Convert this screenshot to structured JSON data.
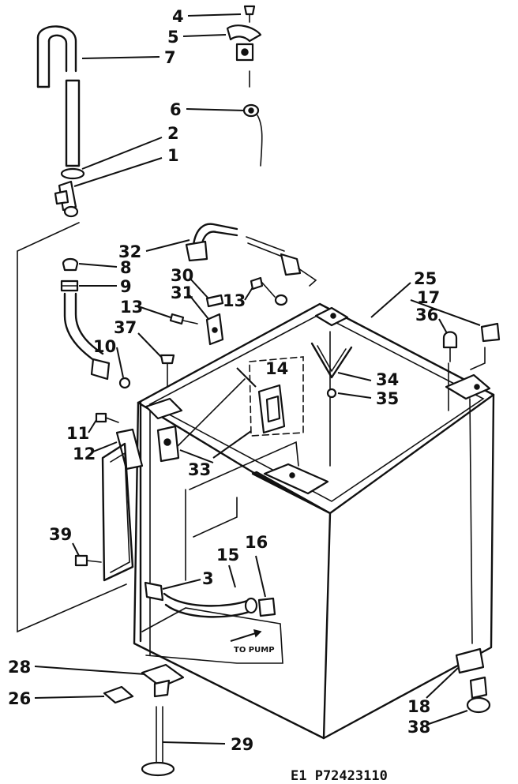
{
  "labels": {
    "p1": "1",
    "p2": "2",
    "p3": "3",
    "p4": "4",
    "p5": "5",
    "p6": "6",
    "p7": "7",
    "p8": "8",
    "p9": "9",
    "p10": "10",
    "p11": "11",
    "p12": "12",
    "p13a": "13",
    "p13b": "13",
    "p14": "14",
    "p15": "15",
    "p16": "16",
    "p17": "17",
    "p18": "18",
    "p25": "25",
    "p26": "26",
    "p28": "28",
    "p29": "29",
    "p30": "30",
    "p31": "31",
    "p32": "32",
    "p33": "33",
    "p34": "34",
    "p35": "35",
    "p36": "36",
    "p37": "37",
    "p38": "38",
    "p39": "39"
  },
  "annotations": {
    "to_pump": "TO PUMP"
  },
  "footer": {
    "code": "E1 P72423110"
  }
}
